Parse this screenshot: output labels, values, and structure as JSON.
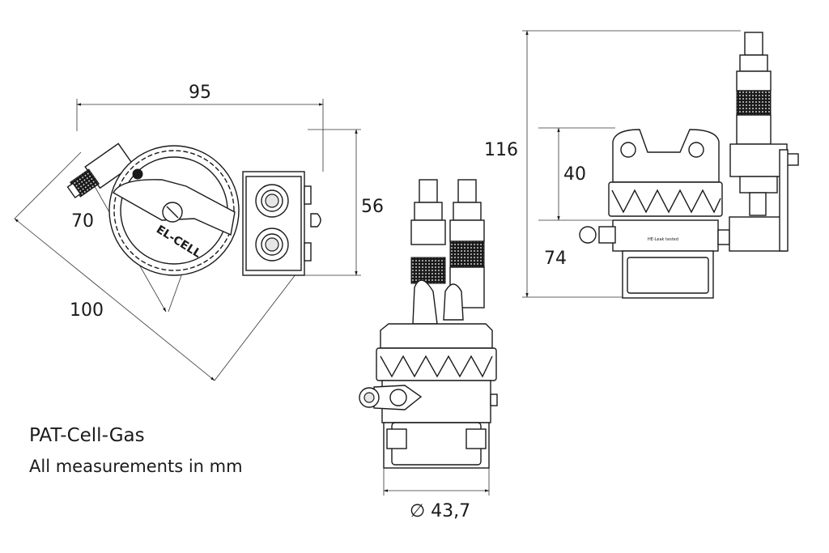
{
  "caption": {
    "title": "PAT-Cell-Gas",
    "subtitle": "All measurements in mm"
  },
  "top_view": {
    "dim_width": "95",
    "dim_height": "56",
    "dim_diagonal_short": "70",
    "dim_diagonal_long": "100",
    "logo_text": "EL-CELL"
  },
  "front_view": {
    "dim_diameter": "∅ 43,7"
  },
  "side_view": {
    "dim_total_height": "116",
    "dim_body_height": "74",
    "dim_cap_height": "40",
    "body_label": "HE-Leak tested"
  }
}
